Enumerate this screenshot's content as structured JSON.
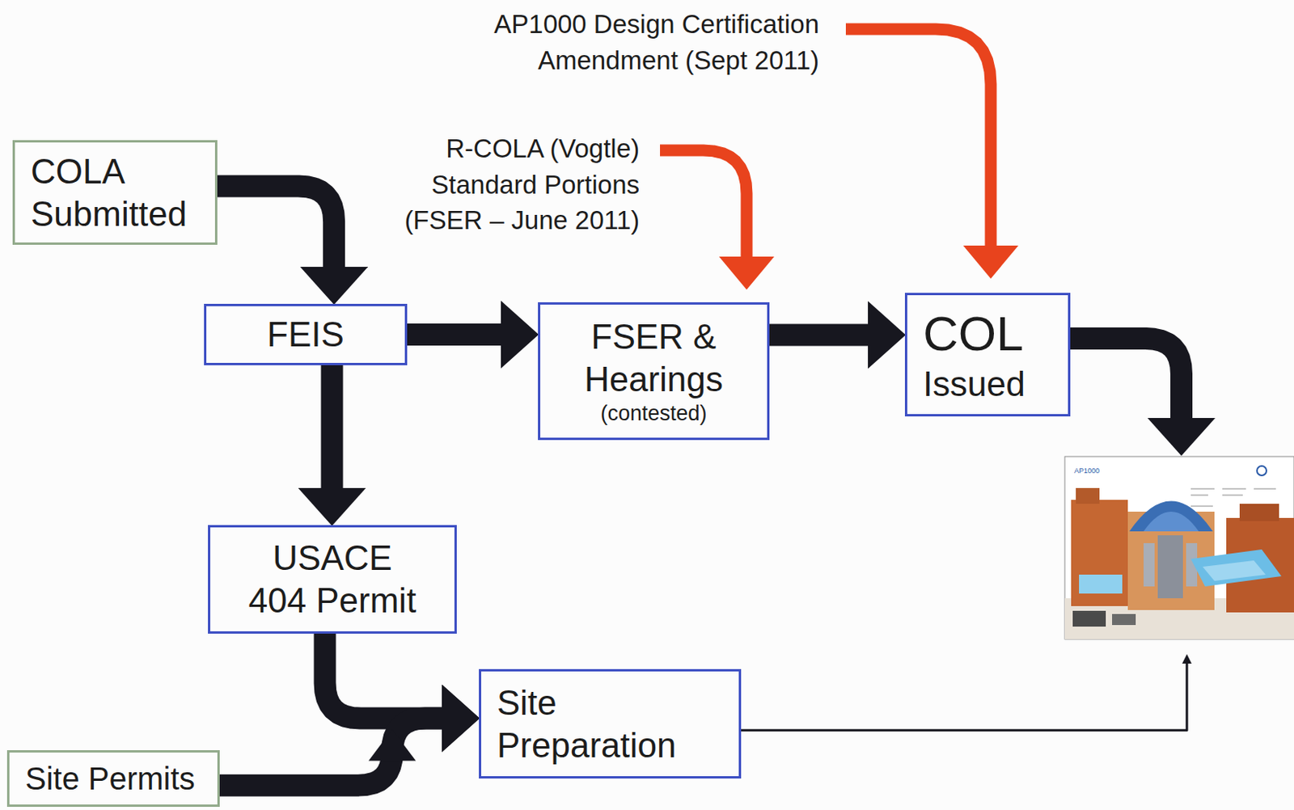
{
  "diagram": {
    "nodes": [
      {
        "text": [
          "COLA Submitted"
        ]
      },
      {
        "text": [
          "FEIS"
        ]
      },
      {
        "text": [
          "FSER & Hearings",
          "(contested)"
        ]
      },
      {
        "text": [
          "COL",
          "Issued"
        ]
      },
      {
        "text": [
          "USACE 404 Permit"
        ]
      },
      {
        "text": [
          "Site Preparation"
        ]
      },
      {
        "text": [
          "Site Permits"
        ]
      }
    ],
    "edges": [
      {
        "from": 0,
        "to": 1,
        "arrow": "to"
      },
      {
        "from": 1,
        "to": 2,
        "arrow": "to"
      },
      {
        "from": 2,
        "to": 3,
        "arrow": "to"
      },
      {
        "from": 1,
        "to": 4,
        "arrow": "to"
      },
      {
        "from": 4,
        "to": 5,
        "arrow": "to"
      },
      {
        "from": 6,
        "to": 5,
        "arrow": "to"
      }
    ],
    "labels": [
      "AP1000 Design Certification Amendment (Sept 2011)",
      "R-COLA (Vogtle) Standard Portions (FSER – June 2011)",
      "AP1000"
    ]
  }
}
